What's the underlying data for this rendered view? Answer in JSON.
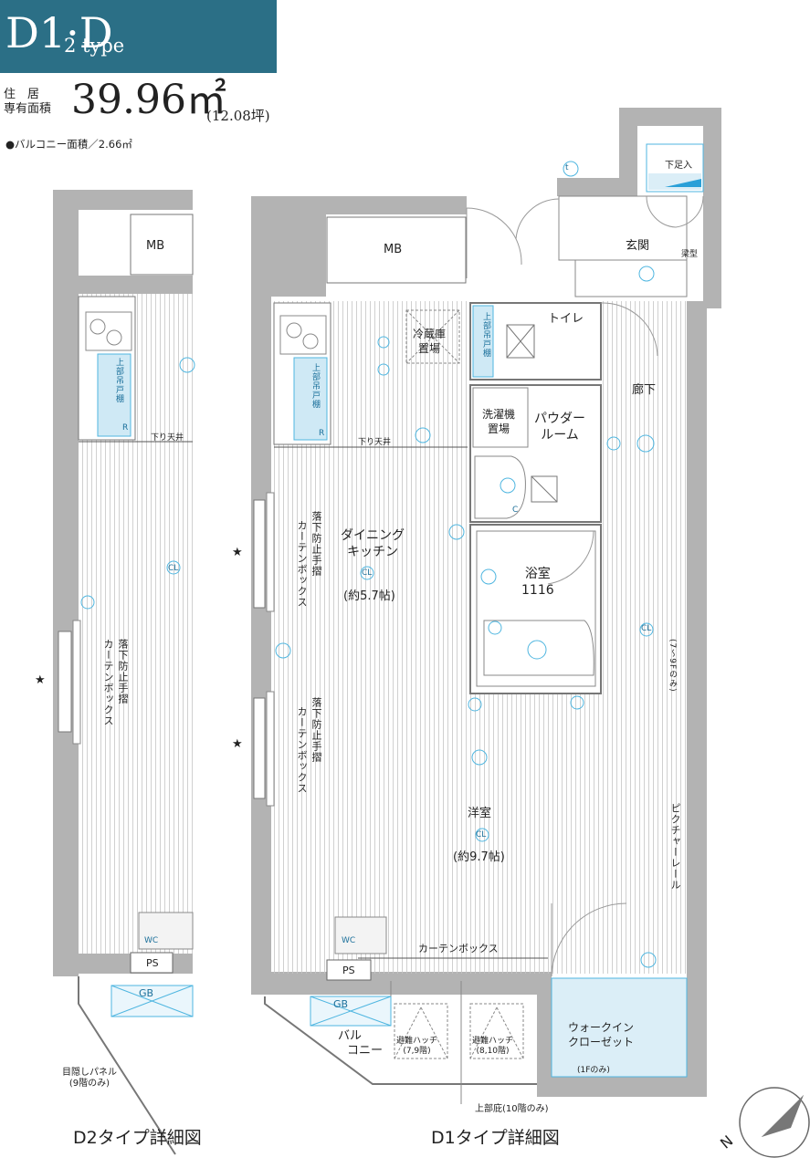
{
  "header": {
    "type_main": "D1·D",
    "type_sub": "2 type",
    "area_label_line1": "住　居",
    "area_label_line2": "専有面積",
    "area_value": "39.96㎡",
    "area_tsubo": "(12.08坪)",
    "balcony_area": "●バルコニー面積／2.66㎡"
  },
  "colors": {
    "accent": "#2b6f86",
    "wall": "#b3b3b3",
    "blue": "#4fb6e0",
    "closet_fill": "#dbeef7"
  },
  "d1": {
    "rooms": {
      "mb": "MB",
      "entrance": "玄関",
      "shoe_box": "下足入",
      "beam": "梁型",
      "toilet": "トイレ",
      "fridge_line1": "冷蔵庫",
      "fridge_line2": "置場",
      "washer_line1": "洗濯機",
      "washer_line2": "置場",
      "powder_line1": "パウダー",
      "powder_line2": "ルーム",
      "hallway": "廊下",
      "upper_cab": "上部吊戸棚",
      "lowered_ceiling": "下り天井",
      "dining_line1": "ダイニング",
      "dining_line2": "キッチン",
      "dining_size": "(約5.7帖)",
      "bath_line1": "浴室",
      "bath_line2": "1116",
      "western": "洋室",
      "western_size": "(約9.7帖)",
      "curtain_box": "カーテンボックス",
      "fall_guard": "落下防止手摺",
      "curtain_box_v": "カーテンボックス",
      "picture_rail": "ピクチャーレール",
      "floor_note": "(7～9Fのみ)",
      "ps": "PS",
      "gb": "GB",
      "balcony_line1": "バル",
      "balcony_line2": "コニー",
      "hatch1_line1": "避難ハッチ",
      "hatch1_line2": "(7,9階)",
      "hatch2_line1": "避難ハッチ",
      "hatch2_line2": "(8,10階)",
      "closet_line1": "ウォークイン",
      "closet_line2": "クローゼット",
      "closet_note": "(1Fのみ)",
      "upper_eave": "上部庇(10階のみ)",
      "star": "★",
      "cl": "CL",
      "t": "t",
      "r": "R",
      "wc": "WC",
      "c": "C"
    },
    "caption": "D1タイプ詳細図"
  },
  "d2": {
    "rooms": {
      "mb": "MB",
      "upper_cab": "上部吊戸棚",
      "lowered_ceiling": "下り天井",
      "fall_guard": "落下防止手摺",
      "curtain_box_v": "カーテンボックス",
      "ps": "PS",
      "gb": "GB",
      "screen_line1": "目隠しパネル",
      "screen_line2": "(9階のみ)",
      "star": "★",
      "cl": "CL",
      "r": "R",
      "wc": "WC"
    },
    "caption": "D2タイプ詳細図"
  },
  "compass": {
    "label": "N"
  }
}
